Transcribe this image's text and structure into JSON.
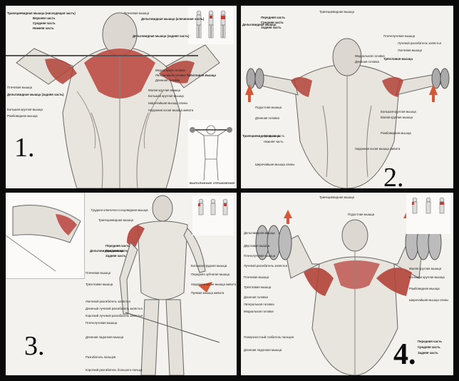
{
  "panels": [
    {
      "number": "1.",
      "inset_caption": "ВЫПОЛНЕНИЕ УПРАЖНЕНИЯ",
      "labels_left": [
        "Трапециевидная мышца (нисходящая часть)",
        "Верхняя часть",
        "Средняя часть",
        "Нижняя часть",
        "Плечевая мышца",
        "Дельтовидная мышца (задняя часть)",
        "Большая круглая мышца",
        "Ромбовидная мышца"
      ],
      "labels_right": [
        "Плечевая мышца",
        "Дельтовидная мышца (ключичная часть)",
        "Дельтовидная мышца (задняя часть)",
        "Медиальная головка",
        "Латеральная головка",
        "Длинная головка",
        "Трёхглавая мышца",
        "Малая круглая мышца",
        "Большая круглая мышца",
        "Широчайшая мышца спины",
        "Наружная косая мышца живота"
      ]
    },
    {
      "number": "2.",
      "labels_left": [
        "Передняя часть",
        "Средняя часть",
        "Задняя часть",
        "Дельтовидная мышца",
        "Подостная мышца",
        "Трапециевидная мышца",
        "Средняя часть",
        "Нижняя часть",
        "Длинная головка",
        "Широчайшая мышца спины"
      ],
      "labels_right": [
        "Трапециевидная мышца",
        "Плечелучевая мышца",
        "Лучевой разгибатель запястья",
        "Локтевая мышца",
        "Медиальная головка",
        "Длинная головка",
        "Трёхглавая мышца",
        "Большая круглая мышца",
        "Малая круглая мышца",
        "Ромбовидная мышца",
        "Наружная косая мышца живота"
      ]
    },
    {
      "number": "3.",
      "labels_left": [
        "Передняя часть",
        "Средняя часть",
        "Задняя часть",
        "Дельтовидная мышца",
        "Плечевая мышца",
        "Трёхглавая мышца",
        "Локтевой разгибатель запястья",
        "Длинный лучевой разгибатель запястья",
        "Короткий лучевой разгибатель запястья",
        "Плечелучевая мышца",
        "Длинная ладонная мышца",
        "Разгибатель пальцев",
        "Короткий разгибатель большого пальца"
      ],
      "labels_right": [
        "Грудино-ключично-сосцевидная мышца",
        "Трапециевидная мышца",
        "Большая грудная мышца",
        "Передняя зубчатая мышца",
        "Наружная косая мышца живота",
        "Прямая мышца живота"
      ]
    },
    {
      "number": "4.",
      "labels_left": [
        "Дельтовидная мышца",
        "Двуглавая мышца",
        "Плечелучевая мышца",
        "Лучевой разгибатель запястья",
        "Плечевая мышца",
        "Трёхглавая мышца",
        "Длинная головка",
        "Латеральная головка",
        "Медиальная головка",
        "Поверхностный сгибатель пальцев",
        "Длинная ладонная мышца"
      ],
      "labels_right": [
        "Трапециевидная мышца",
        "Подостная мышца",
        "Малая круглая мышца",
        "Большая круглая мышца",
        "Ромбовидная мышца",
        "Широчайшая мышца спины",
        "Передняя часть",
        "Средняя часть",
        "Задняя часть"
      ]
    }
  ]
}
